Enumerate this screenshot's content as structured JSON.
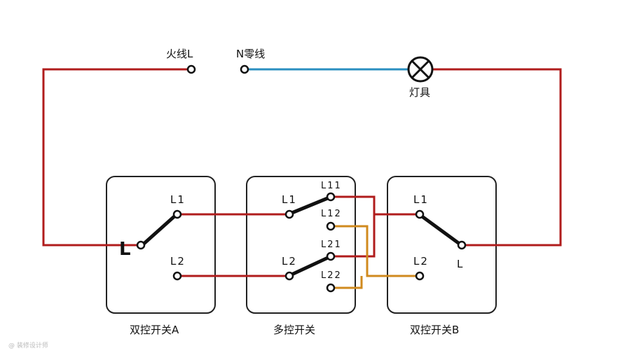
{
  "colors": {
    "live": "#b01c1c",
    "neutral": "#2a8fc0",
    "traveler": "#d08a1e",
    "ink": "#111111",
    "box": "#222222"
  },
  "labels": {
    "live": "火线L",
    "neutral": "N零线",
    "lamp": "灯具"
  },
  "switch_a": {
    "caption": "双控开关A",
    "l1": "L1",
    "l2": "L2",
    "common": "L"
  },
  "multi": {
    "caption": "多控开关",
    "l1": "L1",
    "l2": "L2",
    "l11": "L11",
    "l12": "L12",
    "l21": "L21",
    "l22": "L22"
  },
  "switch_b": {
    "caption": "双控开关B",
    "l1": "L1",
    "l2": "L2",
    "common": "L"
  },
  "watermark": "@ 装修设计师"
}
